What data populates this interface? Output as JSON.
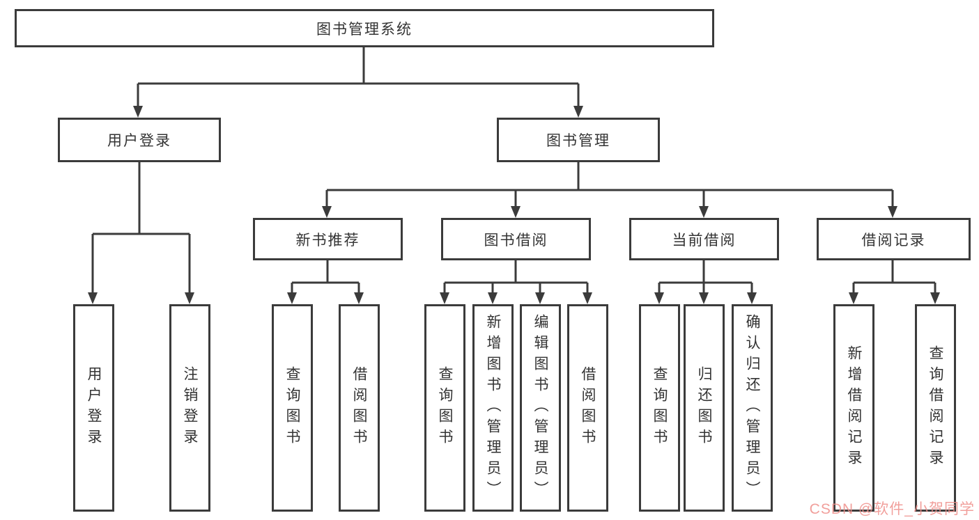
{
  "diagram": {
    "root": "图书管理系统",
    "level1": [
      "用户登录",
      "图书管理"
    ],
    "level2": [
      "新书推荐",
      "图书借阅",
      "当前借阅",
      "借阅记录"
    ],
    "leaves": {
      "user_login": [
        "用户登录",
        "注销登录"
      ],
      "new_book": [
        "查询图书",
        "借阅图书"
      ],
      "book_borrow": [
        "查询图书",
        "新增图书（管理员）",
        "编辑图书（管理员）",
        "借阅图书"
      ],
      "current_borrow": [
        "查询图书",
        "归还图书",
        "确认归还（管理员）"
      ],
      "borrow_records": [
        "新增借阅记录",
        "查询借阅记录"
      ]
    },
    "watermark": "CSDN @软件_小贺同学",
    "colors": {
      "line": "#3b3b3b",
      "box_background": "#ffffff",
      "text": "#333333",
      "watermark": "#ee8e8a"
    }
  }
}
